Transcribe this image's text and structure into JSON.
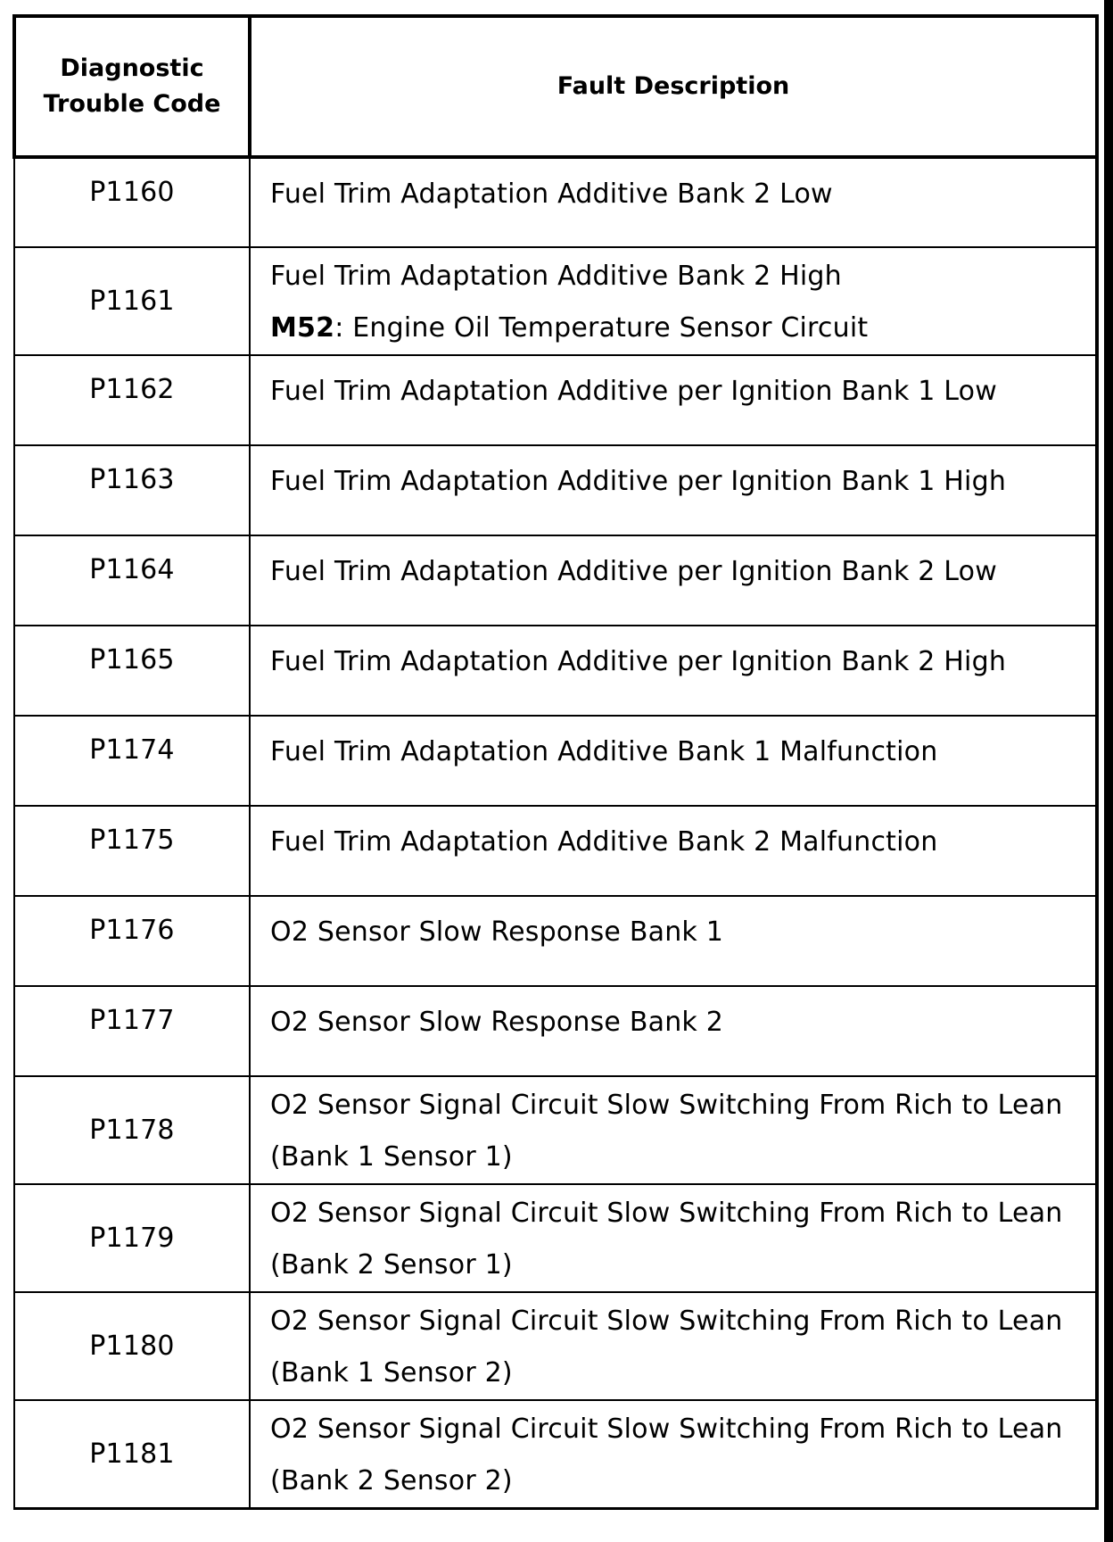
{
  "header": {
    "code_col_line1": "Diagnostic",
    "code_col_line2": "Trouble Code",
    "desc_col": "Fault Description"
  },
  "rows": [
    {
      "code": "P1160",
      "line1": "Fuel Trim Adaptation Additive Bank 2 Low"
    },
    {
      "code": "P1161",
      "line1": "Fuel Trim Adaptation Additive Bank 2 High",
      "line2_bold": "M52",
      "line2_rest": ": Engine Oil Temperature Sensor Circuit"
    },
    {
      "code": "P1162",
      "line1": "Fuel Trim Adaptation Additive per Ignition Bank 1 Low"
    },
    {
      "code": "P1163",
      "line1": "Fuel Trim Adaptation Additive per Ignition Bank 1 High"
    },
    {
      "code": "P1164",
      "line1": "Fuel Trim Adaptation Additive per Ignition Bank 2 Low"
    },
    {
      "code": "P1165",
      "line1": "Fuel Trim Adaptation Additive per Ignition Bank 2 High"
    },
    {
      "code": "P1174",
      "line1": "Fuel Trim Adaptation Additive Bank 1 Malfunction"
    },
    {
      "code": "P1175",
      "line1": "Fuel Trim Adaptation Additive Bank 2 Malfunction"
    },
    {
      "code": "P1176",
      "line1": "O2 Sensor Slow Response Bank 1"
    },
    {
      "code": "P1177",
      "line1": "O2 Sensor Slow Response Bank 2"
    },
    {
      "code": "P1178",
      "line1": "O2 Sensor Signal Circuit Slow Switching From Rich to Lean",
      "line2": "(Bank 1 Sensor 1)"
    },
    {
      "code": "P1179",
      "line1": "O2 Sensor Signal Circuit Slow Switching From Rich to Lean",
      "line2": "(Bank 2 Sensor 1)"
    },
    {
      "code": "P1180",
      "line1": "O2 Sensor Signal Circuit Slow Switching From Rich to Lean",
      "line2": "(Bank 1 Sensor 2)"
    },
    {
      "code": "P1181",
      "line1": "O2 Sensor Signal Circuit Slow Switching From Rich to Lean",
      "line2": "(Bank 2 Sensor 2)"
    }
  ]
}
